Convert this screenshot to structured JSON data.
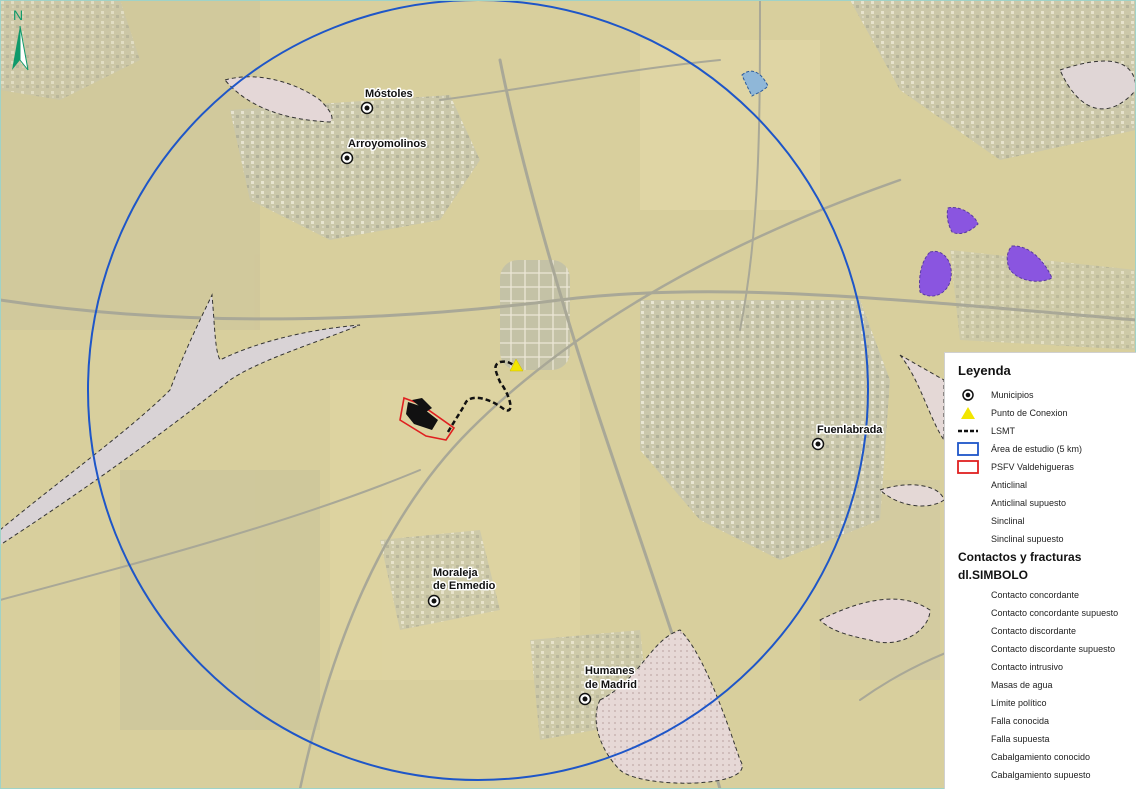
{
  "map": {
    "north_label": "N",
    "colors": {
      "study_area": "#1e56c8",
      "plant": "#e02020",
      "connection": "#f2e600",
      "lsmt": "#111111",
      "water_body": "#8a55e0"
    },
    "municipalities": [
      {
        "name_lines": [
          "Móstoles"
        ]
      },
      {
        "name_lines": [
          "Arroyomolinos"
        ]
      },
      {
        "name_lines": [
          "Fuenlabrada"
        ]
      },
      {
        "name_lines": [
          "Moraleja",
          "de Enmedio"
        ]
      },
      {
        "name_lines": [
          "Humanes",
          "de Madrid"
        ]
      }
    ]
  },
  "legend": {
    "title": "Leyenda",
    "items": [
      {
        "symbol": "municipio-icon",
        "label": "Municipios"
      },
      {
        "symbol": "triangle-icon",
        "label": "Punto de Conexion"
      },
      {
        "symbol": "dashed-line-icon",
        "label": "LSMT"
      },
      {
        "symbol": "blue-box-icon",
        "label": "Área de estudio (5 km)"
      },
      {
        "symbol": "red-box-icon",
        "label": "PSFV Valdehigueras"
      },
      {
        "symbol": "none",
        "label": "Anticlinal"
      },
      {
        "symbol": "none",
        "label": "Anticlinal supuesto"
      },
      {
        "symbol": "none",
        "label": "Sinclinal"
      },
      {
        "symbol": "none",
        "label": "Sinclinal supuesto"
      }
    ],
    "section_heading": "Contactos y fracturas",
    "subsection_heading": "dl.SIMBOLO",
    "contact_items": [
      "Contacto concordante",
      "Contacto concordante supuesto",
      "Contacto discordante",
      "Contacto discordante supuesto",
      "Contacto intrusivo",
      "Masas de agua",
      "Límite político",
      "Falla conocida",
      "Falla supuesta",
      "Cabalgamiento conocido",
      "Cabalgamiento supuesto"
    ]
  }
}
